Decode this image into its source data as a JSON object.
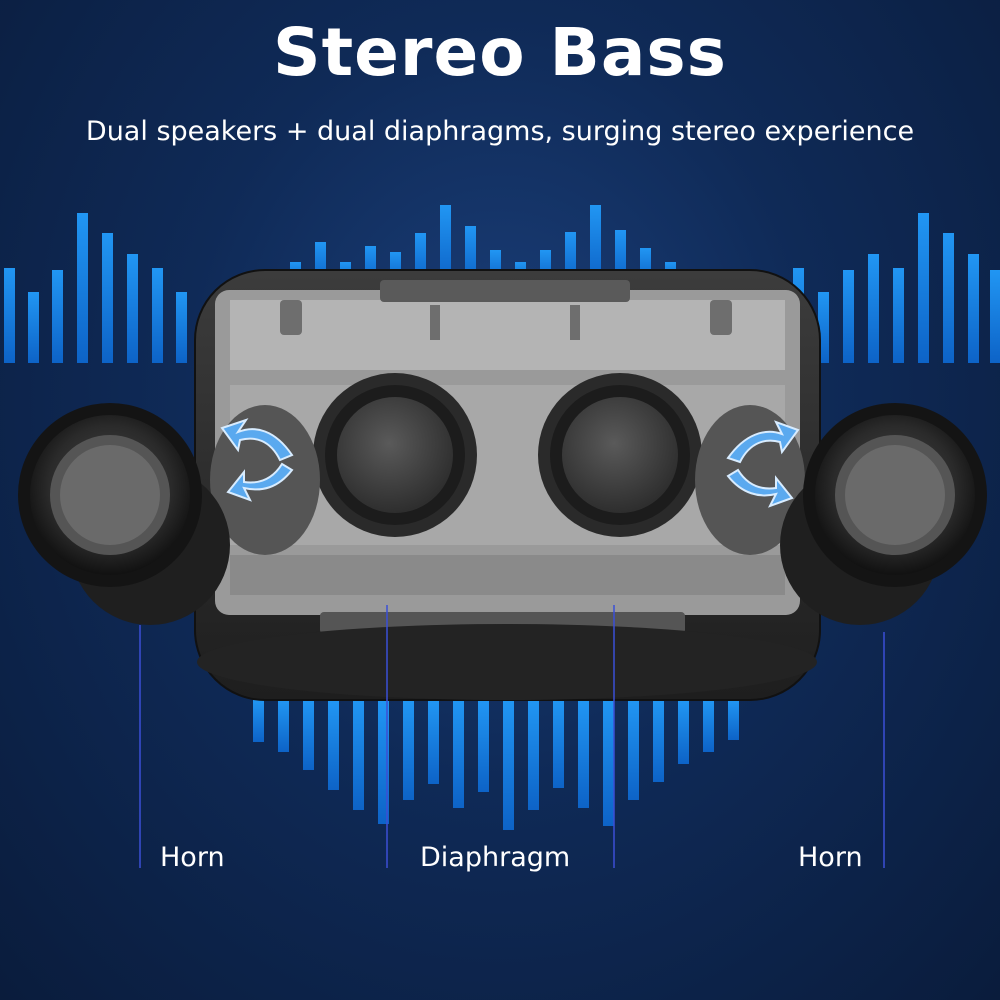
{
  "header": {
    "title": "Stereo Bass",
    "subtitle": "Dual speakers + dual diaphragms, surging stereo experience"
  },
  "callouts": {
    "left": "Horn",
    "middle": "Diaphragm",
    "right": "Horn"
  },
  "colors": {
    "background": "#0f2a57",
    "wave_bars": "#1e88e5",
    "arrows": "#4aa3f0",
    "speaker_body": "#2b2b2b"
  }
}
